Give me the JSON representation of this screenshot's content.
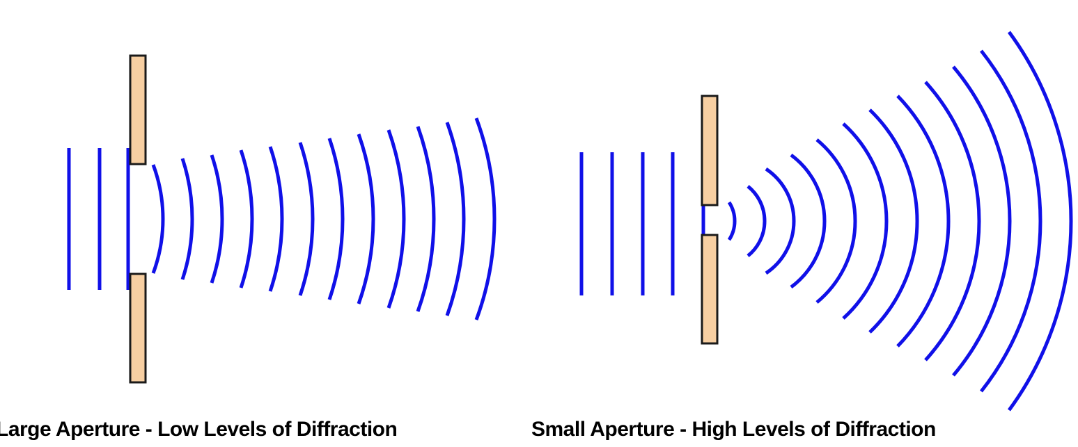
{
  "colors": {
    "wave": "#1010e8",
    "barrier_fill": "#f7cfa2",
    "barrier_stroke": "#1a1a1a",
    "caption": "#000000"
  },
  "panels": [
    {
      "id": "large",
      "caption": "Large Aperture - Low Levels of Diffraction",
      "aperture": "large",
      "incident_wave_count": 3,
      "diffracted_wave_count": 12
    },
    {
      "id": "small",
      "caption": "Small Aperture - High Levels of Diffraction",
      "aperture": "small",
      "incident_wave_count": 5,
      "diffracted_wave_count": 12
    }
  ]
}
